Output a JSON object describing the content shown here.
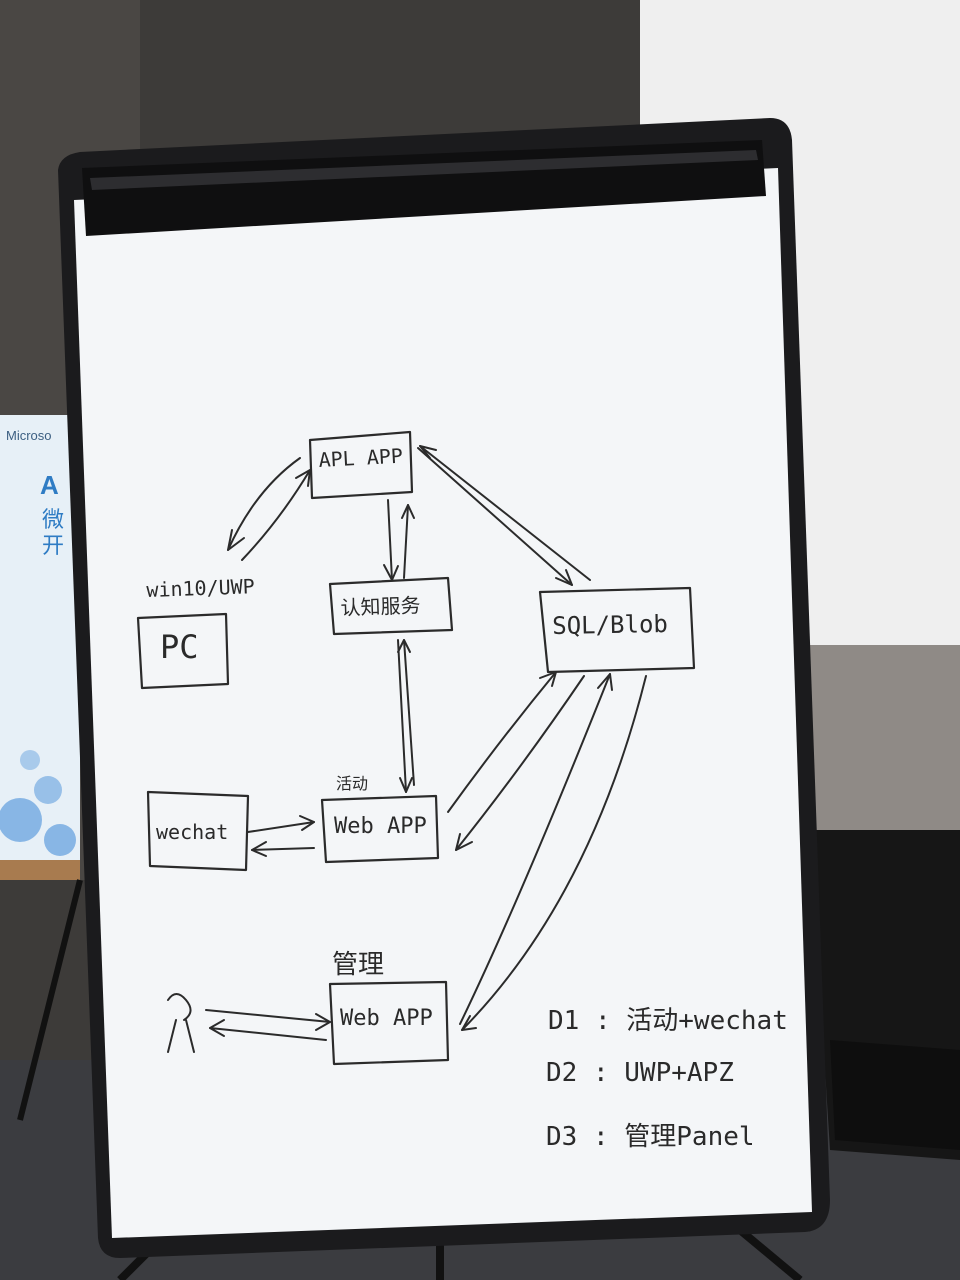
{
  "poster": {
    "brand": "Microso",
    "line1": "A",
    "line2": "微",
    "line3": "开"
  },
  "whiteboard": {
    "boxes": {
      "api_app": "APL APP",
      "auth_service": "认知服务",
      "sql_blob": "SQL/Blob",
      "pc": "PC",
      "wechat": "wechat",
      "activity_web_app": "Web APP",
      "admin_web_app": "Web APP"
    },
    "captions": {
      "pc_platform": "win10/UWP",
      "activity": "活动",
      "admin": "管理",
      "person": "人"
    },
    "deliverables": [
      {
        "key": "D1",
        "sep": ":",
        "value": "活动+wechat"
      },
      {
        "key": "D2",
        "sep": ":",
        "value": "UWP+APZ"
      },
      {
        "key": "D3",
        "sep": ":",
        "value": "管理Panel"
      }
    ]
  },
  "colors": {
    "board": "#f4f6f8",
    "frame": "#1b1b1d",
    "ink": "#2b2b2b",
    "wall_right": "#efefef",
    "wall_left": "#3c3a38",
    "poster_blue": "#4a90d9"
  }
}
